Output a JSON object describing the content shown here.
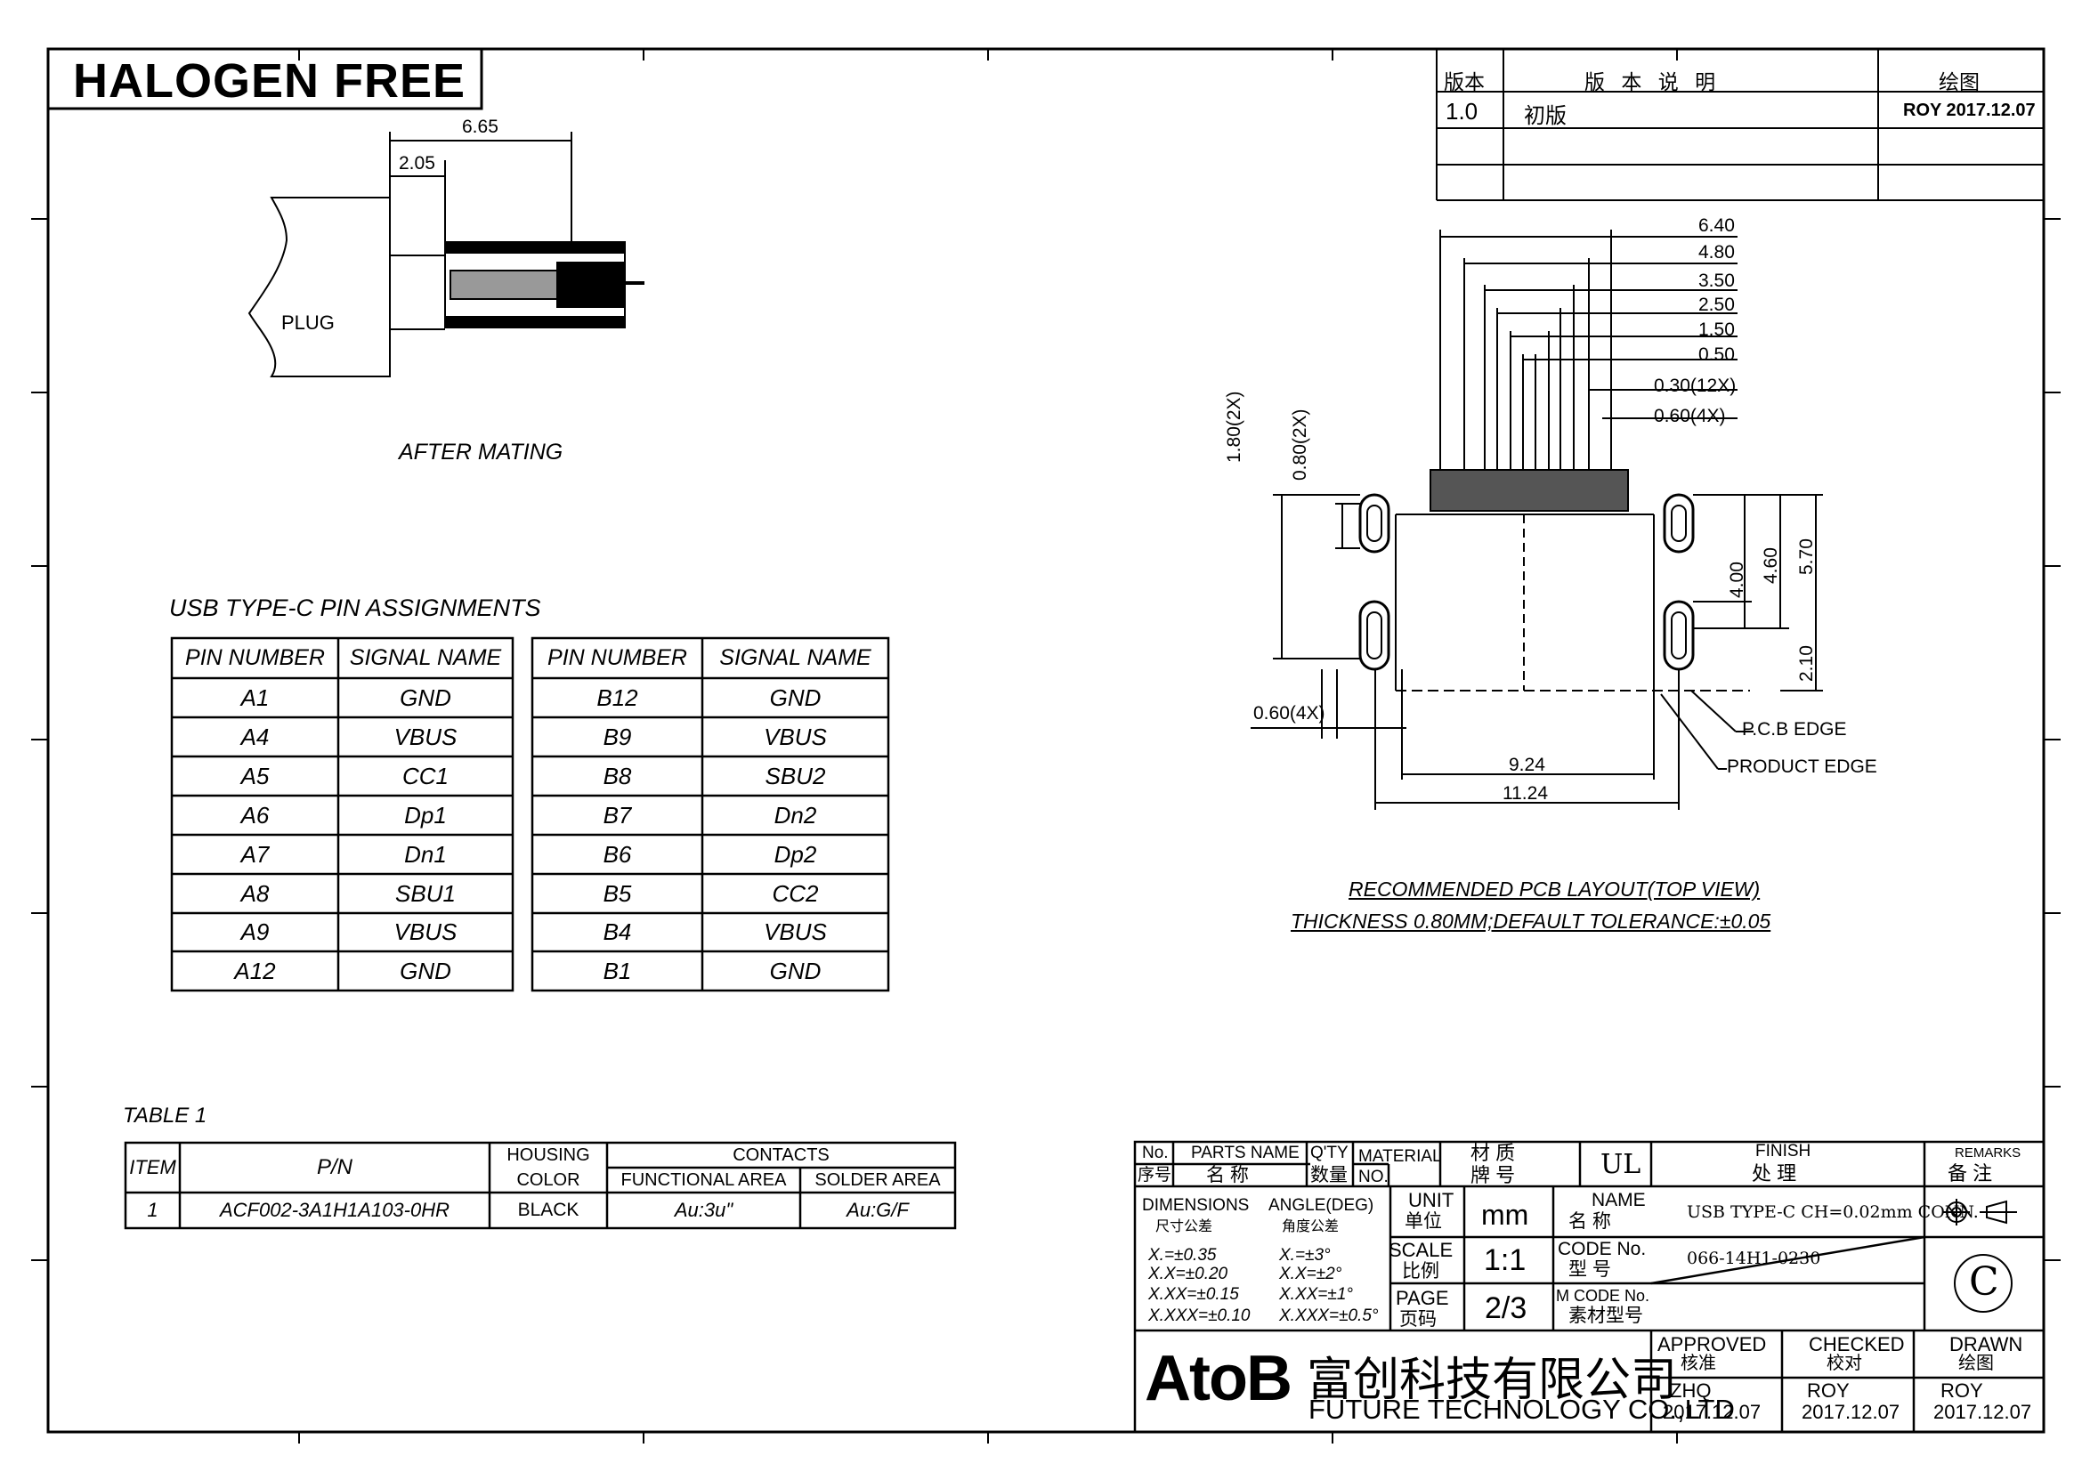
{
  "halogen_free": "HALOGEN FREE",
  "revision": {
    "headers": [
      "版本",
      "版 本 说 明",
      "绘图"
    ],
    "rows": [
      {
        "ver": "1.0",
        "desc": "初版",
        "drawn": "ROY 2017.12.07"
      }
    ]
  },
  "mating": {
    "dim_total": "6.65",
    "dim_inner": "2.05",
    "plug_label": "PLUG",
    "caption": "AFTER MATING"
  },
  "pcb_layout": {
    "top_dims": [
      "6.40",
      "4.80",
      "3.50",
      "2.50",
      "1.50",
      "0.50",
      "0.30(12X)",
      "0.60(4X)"
    ],
    "left_dims": [
      "1.80(2X)",
      "0.80(2X)"
    ],
    "right_dims": [
      "4.00",
      "4.60",
      "5.70",
      "2.10"
    ],
    "bottom_left_dim": "0.60(4X)",
    "bottom_dims": [
      "9.24",
      "11.24"
    ],
    "pcb_edge": "P.C.B EDGE",
    "product_edge": "PRODUCT EDGE",
    "caption1": "RECOMMENDED PCB LAYOUT(TOP VIEW)",
    "caption2": "THICKNESS 0.80MM;DEFAULT TOLERANCE:±0.05"
  },
  "pin_assignments": {
    "title": "USB TYPE-C PIN ASSIGNMENTS",
    "col_pin": "PIN NUMBER",
    "col_signal": "SIGNAL NAME",
    "left": [
      {
        "pin": "A1",
        "signal": "GND"
      },
      {
        "pin": "A4",
        "signal": "VBUS"
      },
      {
        "pin": "A5",
        "signal": "CC1"
      },
      {
        "pin": "A6",
        "signal": "Dp1"
      },
      {
        "pin": "A7",
        "signal": "Dn1"
      },
      {
        "pin": "A8",
        "signal": "SBU1"
      },
      {
        "pin": "A9",
        "signal": "VBUS"
      },
      {
        "pin": "A12",
        "signal": "GND"
      }
    ],
    "right": [
      {
        "pin": "B12",
        "signal": "GND"
      },
      {
        "pin": "B9",
        "signal": "VBUS"
      },
      {
        "pin": "B8",
        "signal": "SBU2"
      },
      {
        "pin": "B7",
        "signal": "Dn2"
      },
      {
        "pin": "B6",
        "signal": "Dp2"
      },
      {
        "pin": "B5",
        "signal": "CC2"
      },
      {
        "pin": "B4",
        "signal": "VBUS"
      },
      {
        "pin": "B1",
        "signal": "GND"
      }
    ]
  },
  "table1": {
    "title": "TABLE 1",
    "col_item": "ITEM",
    "col_pn": "P/N",
    "col_housing": "HOUSING COLOR",
    "col_housing_1": "HOUSING",
    "col_housing_2": "COLOR",
    "col_contacts": "CONTACTS",
    "col_functional": "FUNCTIONAL AREA",
    "col_solder": "SOLDER AREA",
    "row": {
      "item": "1",
      "pn": "ACF002-3A1H1A103-0HR",
      "housing": "BLACK",
      "functional": "Au:3u\"",
      "solder": "Au:G/F"
    }
  },
  "title_block": {
    "no_en": "No.",
    "no_cn": "序号",
    "parts_name_en": "PARTS NAME",
    "parts_name_cn": "名 称",
    "qty_en": "Q'TY",
    "qty_cn": "数量",
    "material_en": "MATERIAL",
    "material_no": "NO.",
    "material_cn1": "材 质",
    "material_cn2": "牌 号",
    "material_value": "UL",
    "finish_en": "FINISH",
    "finish_cn": "处 理",
    "remarks_en": "REMARKS",
    "remarks_cn": "备 注",
    "dimensions_en": "DIMENSIONS",
    "dimensions_cn": "尺寸公差",
    "angle_en": "ANGLE(DEG)",
    "angle_cn": "角度公差",
    "tolerances": [
      "X.=±0.35",
      "X.X=±0.20",
      "X.XX=±0.15",
      "X.XXX=±0.10"
    ],
    "angle_tolerances": [
      "X.=±3°",
      "X.X=±2°",
      "X.XX=±1°",
      "X.XXX=±0.5°"
    ],
    "unit_en": "UNIT",
    "unit_cn": "单位",
    "unit_value": "mm",
    "scale_en": "SCALE",
    "scale_cn": "比例",
    "scale_value": "1:1",
    "page_en": "PAGE",
    "page_cn": "页码",
    "page_value": "2/3",
    "name_en": "NAME",
    "name_cn": "名 称",
    "name_value": "USB TYPE-C CH=0.02mm CONN.",
    "code_en": "CODE No.",
    "code_cn": "型 号",
    "code_value": "066-14H1-0230",
    "mcode_en": "M CODE No.",
    "mcode_cn": "素材型号",
    "revision_mark": "C",
    "brand": "AtoB",
    "company_cn": "富创科技有限公司",
    "company_en": "FUTURE TECHNOLOGY CO.,LTD",
    "approved_en": "APPROVED",
    "approved_cn": "核准",
    "approved_by": "ZHQ",
    "approved_date": "2017.12.07",
    "checked_en": "CHECKED",
    "checked_cn": "校对",
    "checked_by": "ROY",
    "checked_date": "2017.12.07",
    "drawn_en": "DRAWN",
    "drawn_cn": "绘图",
    "drawn_by": "ROY",
    "drawn_date": "2017.12.07"
  }
}
